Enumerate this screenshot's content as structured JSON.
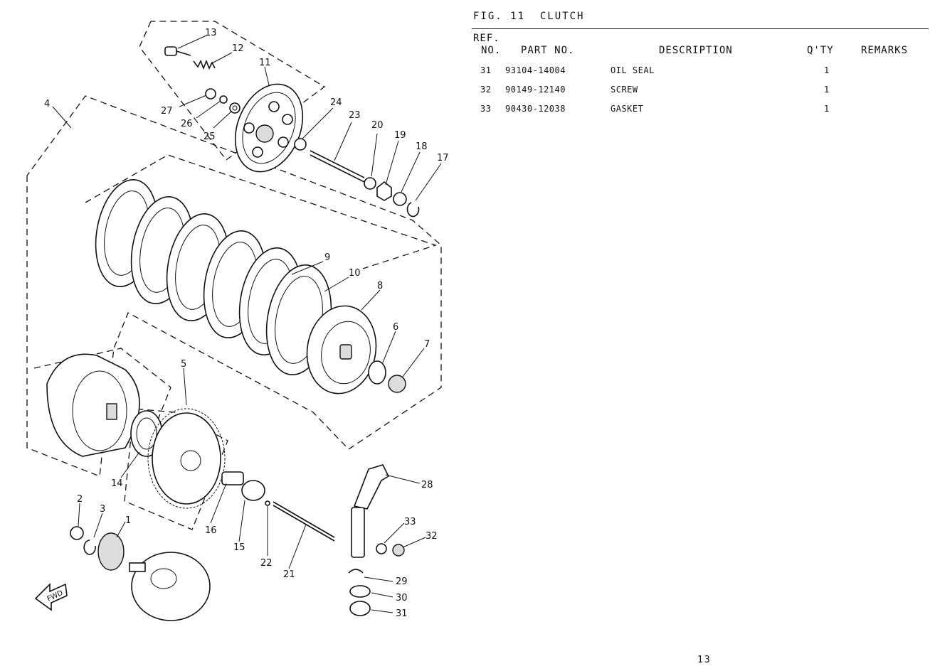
{
  "figure": {
    "title": "FIG. 11  CLUTCH"
  },
  "table": {
    "headers": {
      "ref_line1": "REF.",
      "ref_line2": "NO.",
      "part_no": "PART NO.",
      "description": "DESCRIPTION",
      "qty": "Q'TY",
      "remarks": "REMARKS"
    },
    "rows": [
      {
        "ref": "31",
        "part_no": "93104-14004",
        "description": "OIL SEAL",
        "qty": "1",
        "remarks": ""
      },
      {
        "ref": "32",
        "part_no": "90149-12140",
        "description": "SCREW",
        "qty": "1",
        "remarks": ""
      },
      {
        "ref": "33",
        "part_no": "90430-12038",
        "description": "GASKET",
        "qty": "1",
        "remarks": ""
      }
    ]
  },
  "diagram": {
    "callouts": [
      "1",
      "2",
      "3",
      "4",
      "5",
      "6",
      "7",
      "8",
      "9",
      "10",
      "11",
      "12",
      "13",
      "14",
      "15",
      "16",
      "17",
      "18",
      "19",
      "20",
      "21",
      "22",
      "23",
      "24",
      "25",
      "26",
      "27",
      "28",
      "29",
      "30",
      "31",
      "32",
      "33"
    ],
    "fwd_label": "FWD",
    "icons": [
      "fwd-arrow-icon"
    ]
  },
  "page_number": "13"
}
